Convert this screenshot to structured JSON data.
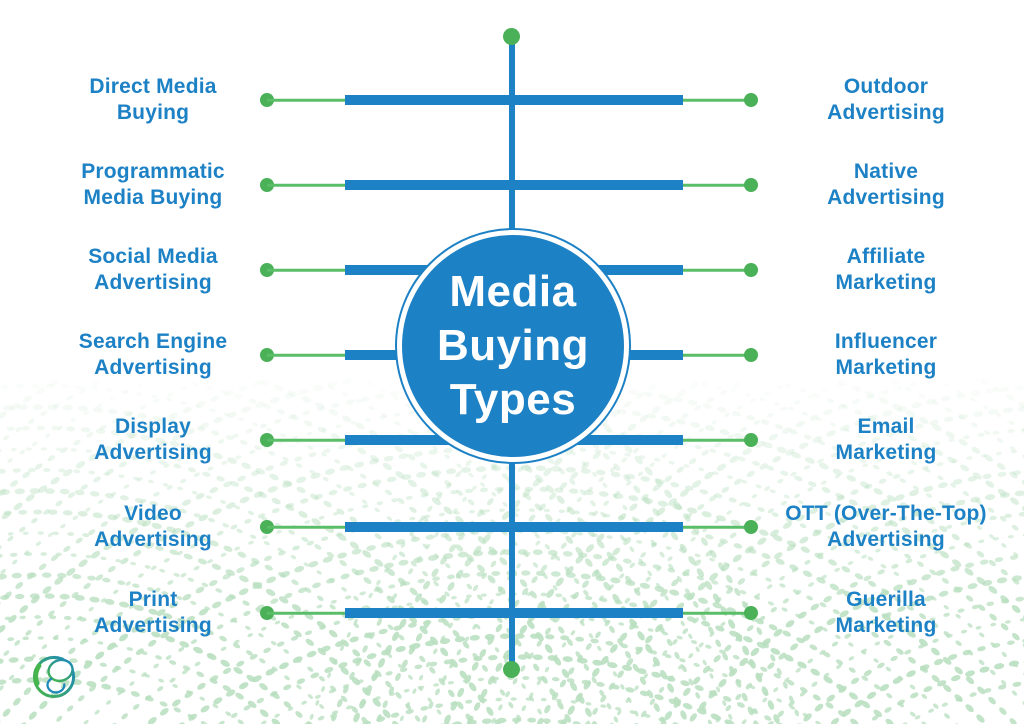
{
  "center": {
    "title_lines": [
      "Media",
      "Buying",
      "Types"
    ]
  },
  "rows": [
    {
      "left": "Direct Media\nBuying",
      "right": "Outdoor\nAdvertising"
    },
    {
      "left": "Programmatic\nMedia Buying",
      "right": "Native\nAdvertising"
    },
    {
      "left": "Social Media\nAdvertising",
      "right": "Affiliate\nMarketing"
    },
    {
      "left": "Search Engine\nAdvertising",
      "right": "Influencer\nMarketing"
    },
    {
      "left": "Display\nAdvertising",
      "right": "Email\nMarketing"
    },
    {
      "left": "Video\nAdvertising",
      "right": "OTT (Over-The-Top)\nAdvertising"
    },
    {
      "left": "Print\nAdvertising",
      "right": "Guerilla\nMarketing"
    }
  ],
  "colors": {
    "blue": "#1d81c5",
    "green_dot": "#4ab158",
    "green_line": "#5abd68",
    "pattern_green": "#b9dfc0",
    "title_text": "#ffffff",
    "logo_green": "#45b54c",
    "logo_teal": "#1d88ba"
  },
  "icons": {
    "logo": "brand-swirl-logo"
  }
}
